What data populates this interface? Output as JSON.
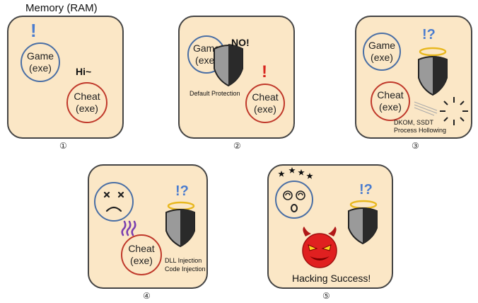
{
  "title": "Memory (RAM)",
  "colors": {
    "panel": "#fbe7c6",
    "game_border": "#4a6fa5",
    "cheat_border": "#c0392b",
    "mark_blue": "#4a7ccf",
    "mark_red": "#d7261e",
    "halo": "#e8b820",
    "devil": "#e02020"
  },
  "labels": {
    "game_l1": "Game",
    "game_l2": "(exe)",
    "cheat_l1": "Cheat",
    "cheat_l2": "(exe)"
  },
  "panels": [
    {
      "number": "①",
      "excl": "!",
      "hi": "Hi~"
    },
    {
      "number": "②",
      "no": "NO!",
      "protection": "Default Protection",
      "excl": "!"
    },
    {
      "number": "③",
      "question": "!?",
      "note_l1": "DKOM, SSDT",
      "note_l2": "Process Hollowing"
    },
    {
      "number": "④",
      "question": "!?",
      "note_l1": "DLL Injection",
      "note_l2": "Code Injection"
    },
    {
      "number": "⑤",
      "question": "!?",
      "success": "Hacking Success!"
    }
  ]
}
